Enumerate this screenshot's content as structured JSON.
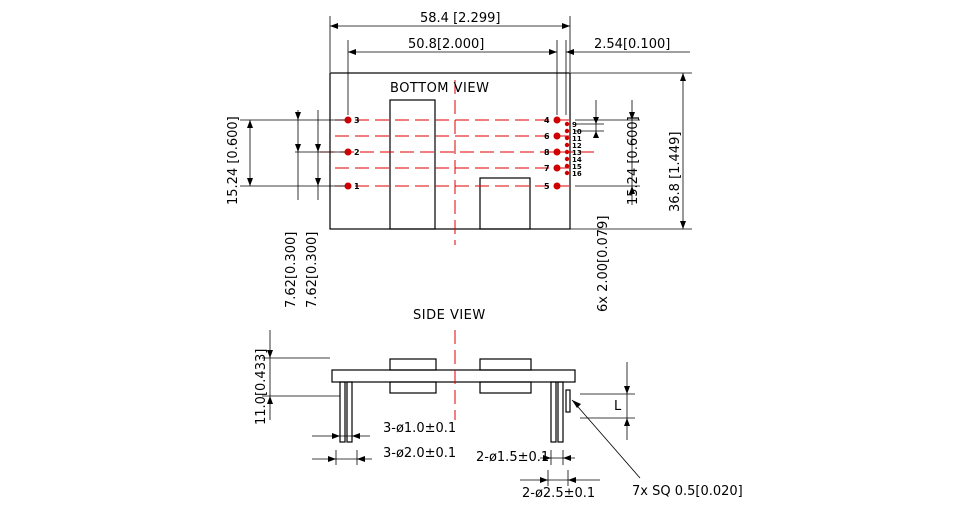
{
  "views": {
    "bottom_title": "BOTTOM VIEW",
    "side_title": "SIDE VIEW"
  },
  "dims": {
    "overall_width": "58.4 [2.299]",
    "pin_span": "50.8[2.000]",
    "pin_offset": "2.54[0.100]",
    "height_right": "36.8 [1.449]",
    "left_pitch_span": "15.24 [0.600]",
    "right_pitch_span": "15.24 [0.600]",
    "left_spacing_a": "7.62[0.300]",
    "left_spacing_b": "7.62[0.300]",
    "right_pin_pitch": "6x 2.00[0.079]",
    "side_height": "11.0[0.433]",
    "hole_small": "3-ø1.0±0.1",
    "hole_large": "3-ø2.0±0.1",
    "hole_right_small": "2-ø1.5±0.1",
    "hole_right_large": "2-ø2.5±0.1",
    "pin_square": "7x SQ 0.5[0.020]",
    "lead_length": "L"
  },
  "pins": {
    "left": [
      "3",
      "2",
      "1"
    ],
    "right_main": [
      "4",
      "6",
      "8",
      "7",
      "5"
    ],
    "right_small": [
      "9",
      "10",
      "11",
      "12",
      "13",
      "14",
      "15",
      "16"
    ]
  },
  "colors": {
    "line": "#000000",
    "centerline": "#e00000",
    "pin_marker": "#d00000"
  }
}
